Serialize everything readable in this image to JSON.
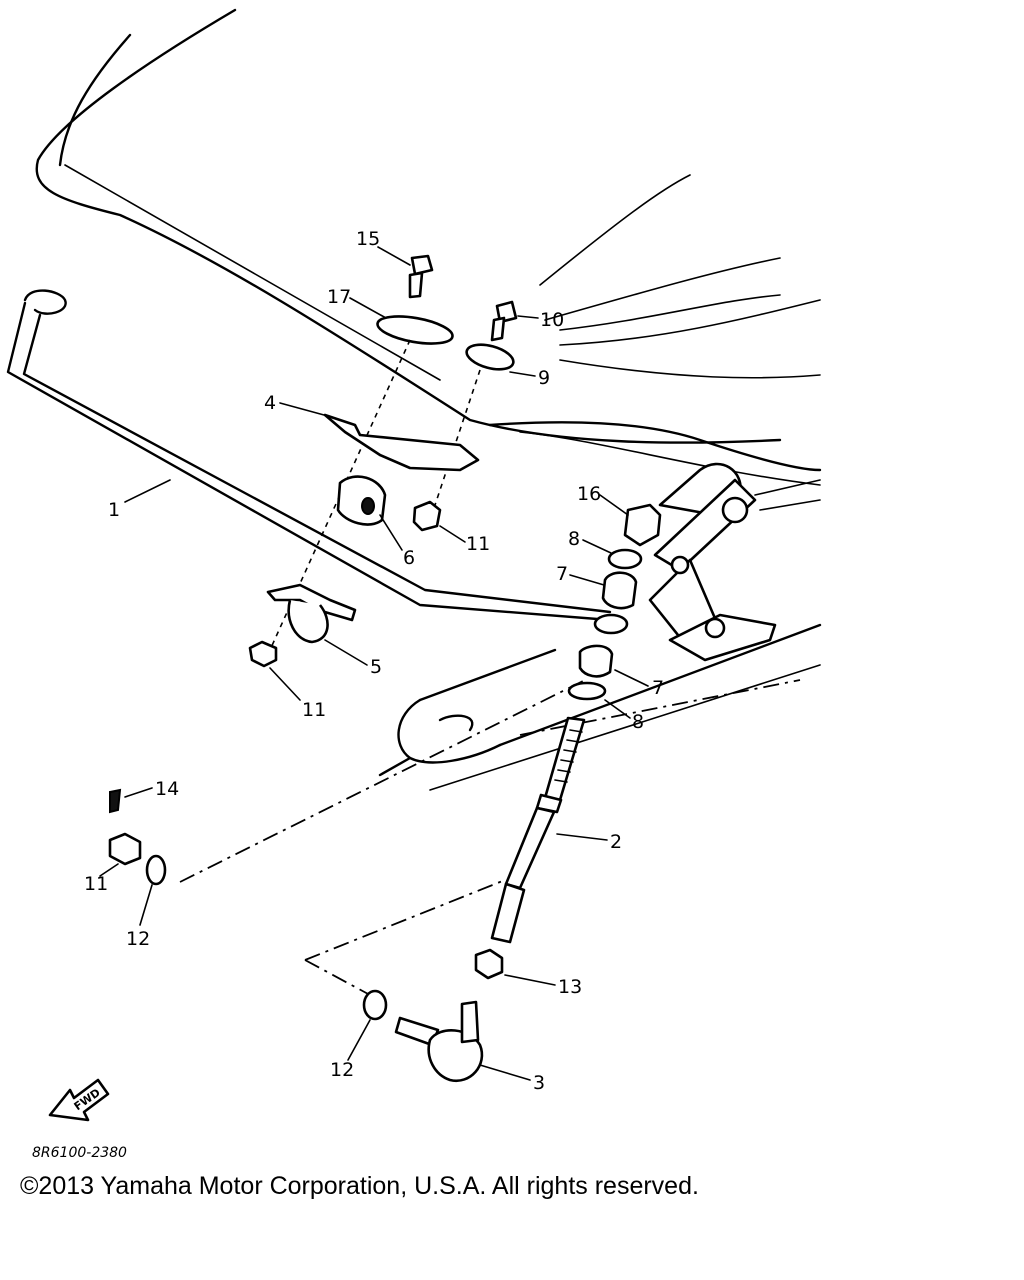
{
  "diagram": {
    "callouts": {
      "p1": "1",
      "p2": "2",
      "p3": "3",
      "p4": "4",
      "p5": "5",
      "p6": "6",
      "p7a": "7",
      "p7b": "7",
      "p8a": "8",
      "p8b": "8",
      "p9": "9",
      "p10": "10",
      "p11a": "11",
      "p11b": "11",
      "p11c": "11",
      "p12a": "12",
      "p12b": "12",
      "p13": "13",
      "p14": "14",
      "p15": "15",
      "p16": "16",
      "p17": "17"
    },
    "fwd_label": "FWD",
    "diagram_code": "8R6100-2380"
  },
  "copyright": "©2013 Yamaha Motor Corporation, U.S.A. All rights reserved."
}
